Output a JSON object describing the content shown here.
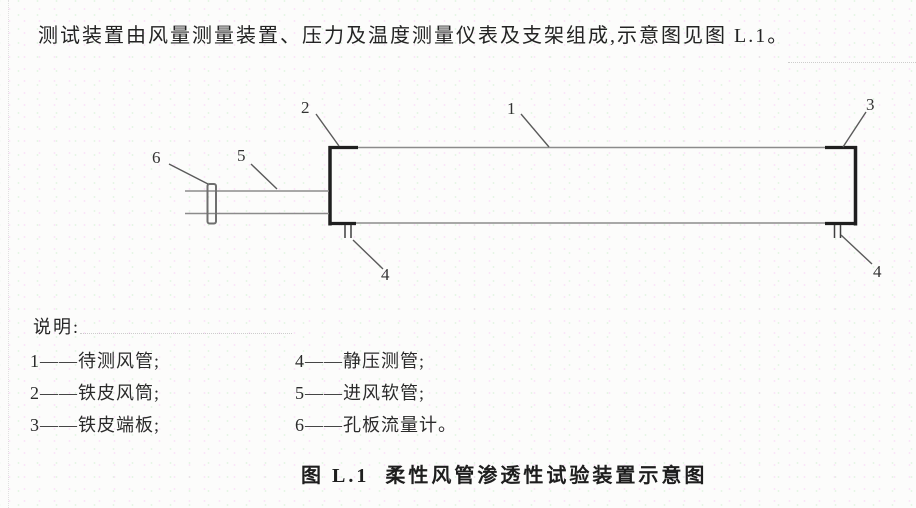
{
  "page": {
    "intro_text": "测试装置由风量测量装置、压力及温度测量仪表及支架组成,示意图见图 L.1。",
    "caption": "图 L.1  柔性风管渗透性试验装置示意图"
  },
  "diagram": {
    "callouts": {
      "c1": "1",
      "c2": "2",
      "c3": "3",
      "c4_left": "4",
      "c4_right": "4",
      "c5": "5",
      "c6": "6"
    }
  },
  "legend": {
    "heading": "说明:",
    "col1": [
      "1——待测风管;",
      "2——铁皮风筒;",
      "3——铁皮端板;"
    ],
    "col2": [
      "4——静压测管;",
      "5——进风软管;",
      "6——孔板流量计。"
    ]
  },
  "colors": {
    "thin_line": "#8b8b8b",
    "thick_line": "#1f1f1f",
    "leader_line": "#5a5a5a",
    "text": "#262626"
  }
}
